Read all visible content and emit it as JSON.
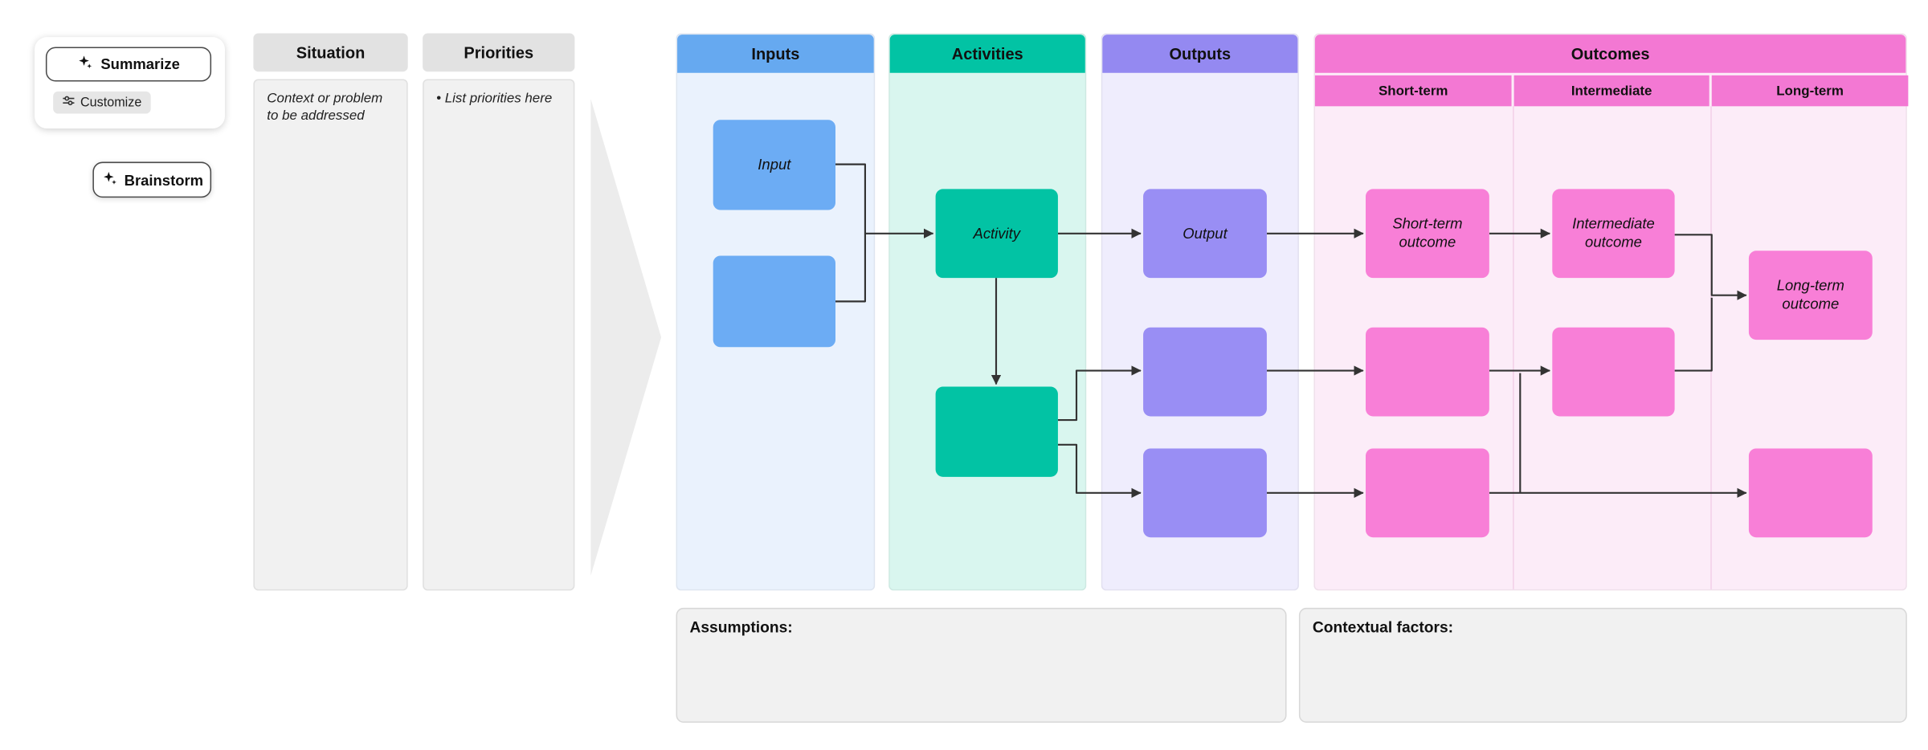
{
  "app": {
    "summarize_button": "Summarize",
    "customize_button": "Customize",
    "brainstorm_button": "Brainstorm"
  },
  "situation": {
    "title": "Situation",
    "placeholder": "Context or problem to be addressed"
  },
  "priorities": {
    "title": "Priorities",
    "placeholder": "• List priorities here"
  },
  "inputs": {
    "title": "Inputs",
    "boxes": [
      {
        "label": "Input"
      },
      {
        "label": ""
      }
    ]
  },
  "activities": {
    "title": "Activities",
    "boxes": [
      {
        "label": "Activity"
      },
      {
        "label": ""
      }
    ]
  },
  "outputs": {
    "title": "Outputs",
    "boxes": [
      {
        "label": "Output"
      },
      {
        "label": ""
      },
      {
        "label": ""
      }
    ]
  },
  "outcomes": {
    "title": "Outcomes",
    "subcolumns": [
      "Short-term",
      "Intermediate",
      "Long-term"
    ],
    "boxes": [
      {
        "label": "Short-term outcome"
      },
      {
        "label": "Intermediate outcome"
      },
      {
        "label": "Long-term outcome"
      },
      {
        "label": ""
      },
      {
        "label": ""
      },
      {
        "label": ""
      },
      {
        "label": ""
      }
    ]
  },
  "footers": {
    "assumptions": "Assumptions:",
    "contextual_factors": "Contextual factors:"
  },
  "colors": {
    "inputs_header": "#66A9F0",
    "inputs_bg": "#EAF2FD",
    "input_box": "#6CACF4",
    "activities_header": "#02C3A4",
    "activities_bg": "#D9F6EF",
    "activity_box": "#02C3A4",
    "outputs_header": "#9489F1",
    "outputs_bg": "#EFEDFD",
    "output_box": "#998EF4",
    "outcomes_header": "#F378D3",
    "outcomes_bg": "#FCECF8",
    "outcome_box": "#F87FD7",
    "neutral_header": "#E2E2E2",
    "neutral_bg": "#F1F1F1",
    "connector": "#333333"
  }
}
